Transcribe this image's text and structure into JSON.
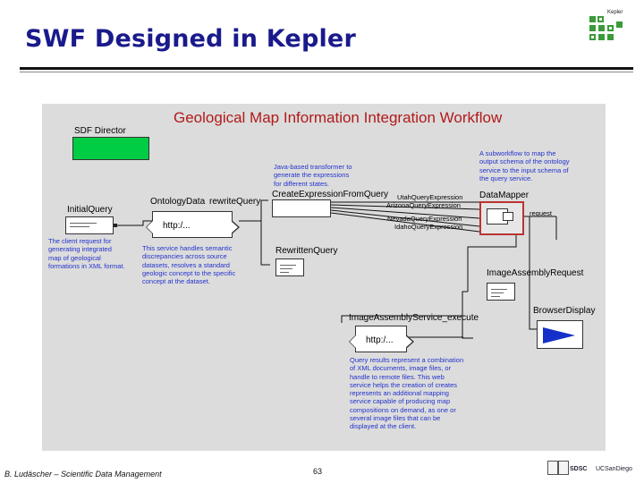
{
  "slide": {
    "title": "SWF Designed in Kepler",
    "author": "B. Ludäscher – Scientific Data Management",
    "page_number": "63"
  },
  "logos": {
    "kepler": "Kepler",
    "sdsc": "SDSC",
    "ucsd": "UCSanDiego"
  },
  "workflow": {
    "title": "Geological Map Information Integration Workflow",
    "director": {
      "label": "SDF Director",
      "color": "#00cc44"
    },
    "actors": {
      "initial_query": "InitialQuery",
      "ontology_data": "OntologyData",
      "rewrite_query": "rewriteQuery",
      "ontology_service_text": "http:/...",
      "rewritten_query": "RewrittenQuery",
      "create_expression": "CreateExpressionFromQuery",
      "utah_query": "UtahQueryExpression",
      "arizona_query": "ArizonaQueryExpression",
      "nevada_query": "NevadaQueryExpression",
      "idaho_query": "IdahoQueryExpression",
      "data_mapper": "DataMapper",
      "request": "request",
      "image_assembly_request": "ImageAssemblyRequest",
      "image_assembly_service": "ImageAssemblyService_execute",
      "image_service_text": "http:/...",
      "browser_display": "BrowserDisplay"
    },
    "notes": {
      "java_transformer": "Java-based transformer to\ngenerate the expressions\nfor different states.",
      "subworkflow": "A subworkflow to map the\noutput schema of the ontology\nservice to the input schema of\nthe query service.",
      "client_request": "The client request for\ngenerating integrated\nmap of geological\nformations in XML format.",
      "ontology_service": "This service handles semantic\ndiscrepancies across source\ndatasets, resolves a standard\ngeologic concept to the specific\nconcept at the dataset.",
      "query_results": "Query results represent a combination\nof XML documents, image files, or\nhandle to remote files. This web\nservice helps the creation of creates\nrepresents an additional mapping\nservice capable of producing map\ncompositions on demand, as one or\nseveral image files that can be\ndisplayed at the client."
    },
    "colors": {
      "workflow_title": "#b11a1a",
      "note_text": "#2233cc",
      "slide_title": "#1a1a8c",
      "canvas": "#dcdcdc",
      "mapper_border": "#b33333",
      "browser_arrow": "#1530c8"
    }
  }
}
